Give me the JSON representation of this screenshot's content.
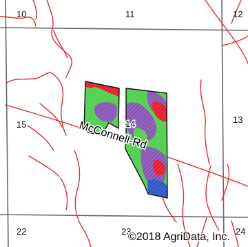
{
  "map": {
    "sections": [
      {
        "id": "s10",
        "label": "10"
      },
      {
        "id": "s11",
        "label": "11"
      },
      {
        "id": "s12",
        "label": "12"
      },
      {
        "id": "s15",
        "label": "15"
      },
      {
        "id": "s14",
        "label": "14"
      },
      {
        "id": "s13",
        "label": "13"
      },
      {
        "id": "s22",
        "label": "22"
      },
      {
        "id": "s23",
        "label": "23"
      },
      {
        "id": "s24",
        "label": "24"
      }
    ],
    "road_label": "McConnell-Rd",
    "copyright": "©2018 AgriData, Inc.",
    "colors": {
      "road": "#e8262e",
      "section_line": "#666666",
      "field_outline": "#111111",
      "zone_green": "#4fcf4b",
      "zone_purple": "#8b55b8",
      "zone_red": "#e51d2b",
      "zone_blue": "#2b57c7",
      "hatch": "#ffffff"
    }
  }
}
